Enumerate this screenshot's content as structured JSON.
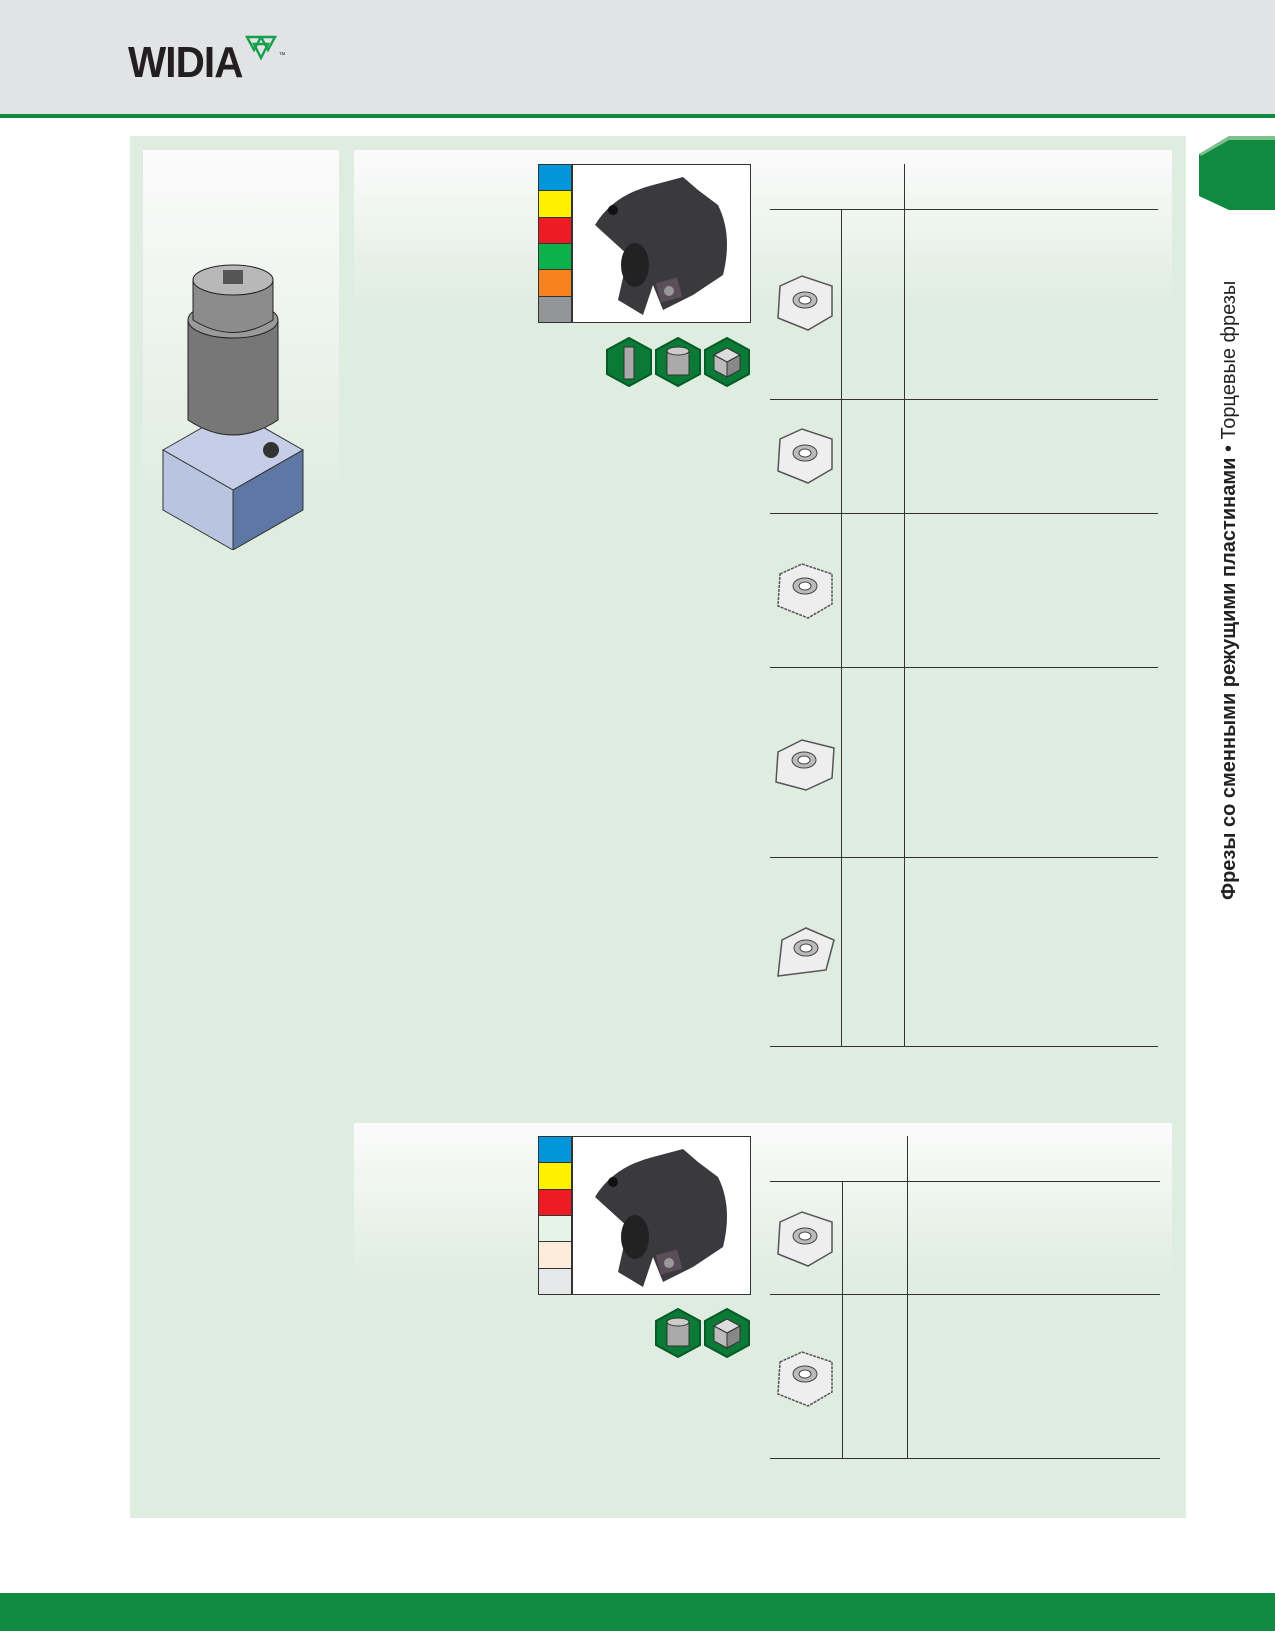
{
  "header": {
    "logo_text": "WIDIA",
    "logo_tm": "™"
  },
  "side": {
    "title_bold": "Фрезы со сменными режущими пластинами",
    "bullet": "•",
    "title_light": "Торцевые фрезы"
  },
  "colors": {
    "accent": "#108a3e",
    "panel": "#dfece0",
    "header_bg": "#e2e3e4"
  },
  "sections": [
    {
      "material_strip": [
        "#0096d9",
        "#fff100",
        "#ed1c24",
        "#0db14b",
        "#f7821e",
        "#939598"
      ],
      "icons": [
        "end-mill-icon",
        "face-mill-icon",
        "workpiece-cube-icon"
      ],
      "insert_rows": 5
    },
    {
      "material_strip": [
        "#0096d9",
        "#fff100",
        "#ed1c24",
        "#e6f3e7",
        "#fdebdc",
        "#e6e7e8"
      ],
      "icons": [
        "face-mill-icon",
        "workpiece-cube-icon"
      ],
      "insert_rows": 2
    }
  ]
}
